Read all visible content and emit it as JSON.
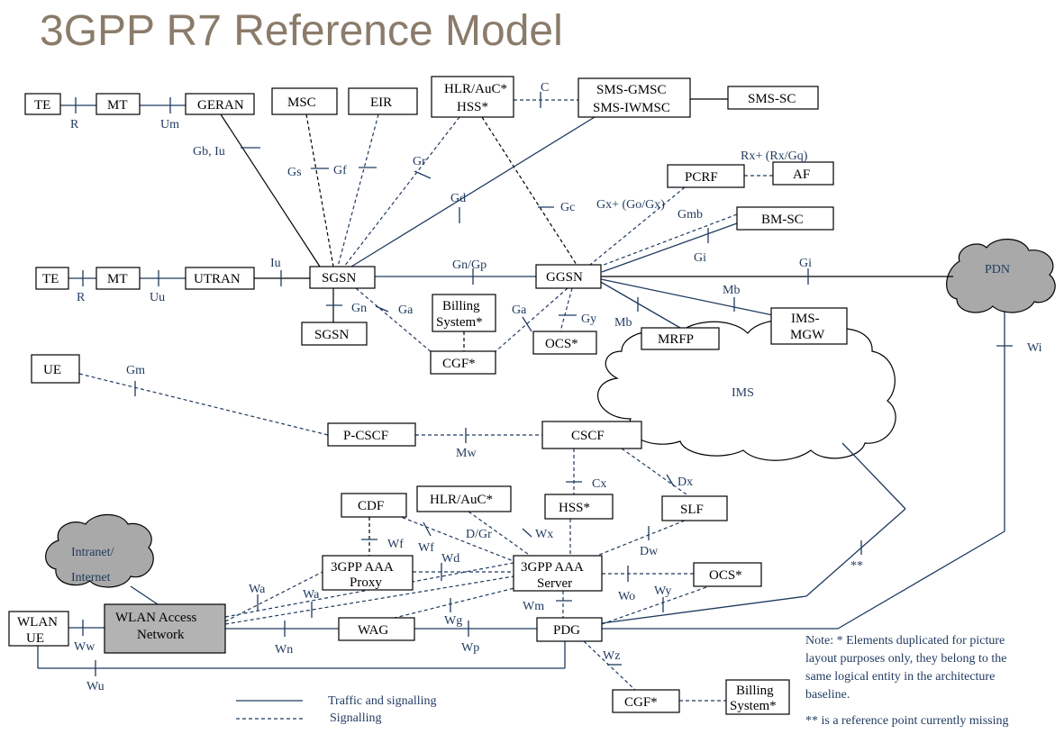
{
  "title": "3GPP R7 Reference Model",
  "nodes": {
    "te1": "TE",
    "mt1": "MT",
    "geran": "GERAN",
    "msc": "MSC",
    "eir": "EIR",
    "hlr1a": "HLR/AuC*",
    "hlr1b": "HSS*",
    "smsgmsc_a": "SMS-GMSC",
    "smsgmsc_b": "SMS-IWMSC",
    "smssc": "SMS-SC",
    "pcrf": "PCRF",
    "af": "AF",
    "bmsc": "BM-SC",
    "te2": "TE",
    "mt2": "MT",
    "utran": "UTRAN",
    "sgsn1": "SGSN",
    "ggsn": "GGSN",
    "sgsn2": "SGSN",
    "billing1_a": "Billing",
    "billing1_b": "System*",
    "cgf1": "CGF*",
    "ocs1": "OCS*",
    "mrfp": "MRFP",
    "imsmgw_a": "IMS-",
    "imsmgw_b": "MGW",
    "pdn": "PDN",
    "ims": "IMS",
    "ue": "UE",
    "pcscf": "P-CSCF",
    "cscf": "CSCF",
    "cdf": "CDF",
    "hlr2": "HLR/AuC*",
    "hss2": "HSS*",
    "slf": "SLF",
    "aaaproxy_a": "3GPP AAA",
    "aaaproxy_b": "Proxy",
    "aaaserver_a": "3GPP AAA",
    "aaaserver_b": "Server",
    "ocs2": "OCS*",
    "intranet_a": "Intranet/",
    "intranet_b": "Internet",
    "wlanue_a": "WLAN",
    "wlanue_b": "UE",
    "wlanan_a": "WLAN Access",
    "wlanan_b": "Network",
    "wag": "WAG",
    "pdg": "PDG",
    "cgf2": "CGF*",
    "billing2_a": "Billing",
    "billing2_b": "System*"
  },
  "labels": {
    "R1": "R",
    "Um": "Um",
    "GbIu": "Gb, Iu",
    "Gs": "Gs",
    "Gf": "Gf",
    "Gr": "Gr",
    "C": "C",
    "Gd": "Gd",
    "Gc": "Gc",
    "RxGq": "Rx+ (Rx/Gq)",
    "GxGo": "Gx+ (Go/Gx)",
    "Gmb": "Gmb",
    "Gi1": "Gi",
    "R2": "R",
    "Uu": "Uu",
    "Iu": "Iu",
    "GnGp": "Gn/Gp",
    "Gi2": "Gi",
    "Gn": "Gn",
    "Ga1": "Ga",
    "Ga2": "Ga",
    "Gy": "Gy",
    "Mb1": "Mb",
    "Mb2": "Mb",
    "Wi": "Wi",
    "Gm": "Gm",
    "Mw": "Mw",
    "Cx": "Cx",
    "Dx": "Dx",
    "DGr": "D/Gr",
    "Wx": "Wx",
    "Wf1": "Wf",
    "Wf2": "Wf",
    "Wd": "Wd",
    "Dw": "Dw",
    "Wa1": "Wa",
    "Wa2": "Wa",
    "Wm": "Wm",
    "Wo": "Wo",
    "Wy": "Wy",
    "Wg": "Wg",
    "Wp": "Wp",
    "Wn": "Wn",
    "Ww": "Ww",
    "Wu": "Wu",
    "Wz": "Wz",
    "missing": "**"
  },
  "legend": {
    "traffic": "Traffic and signalling",
    "signalling": "Signalling"
  },
  "note": {
    "line1": "Note: * Elements duplicated for picture",
    "line2": "layout purposes only, they belong to the",
    "line3": "same logical entity in the architecture",
    "line4": "baseline.",
    "line5": "** is a reference point currently missing"
  },
  "colors": {
    "title": "#8b7b6a",
    "lines": "#1f3a5f",
    "cloud_gray": "#a9a9a9",
    "wlan_an": "#b3b3b3"
  }
}
